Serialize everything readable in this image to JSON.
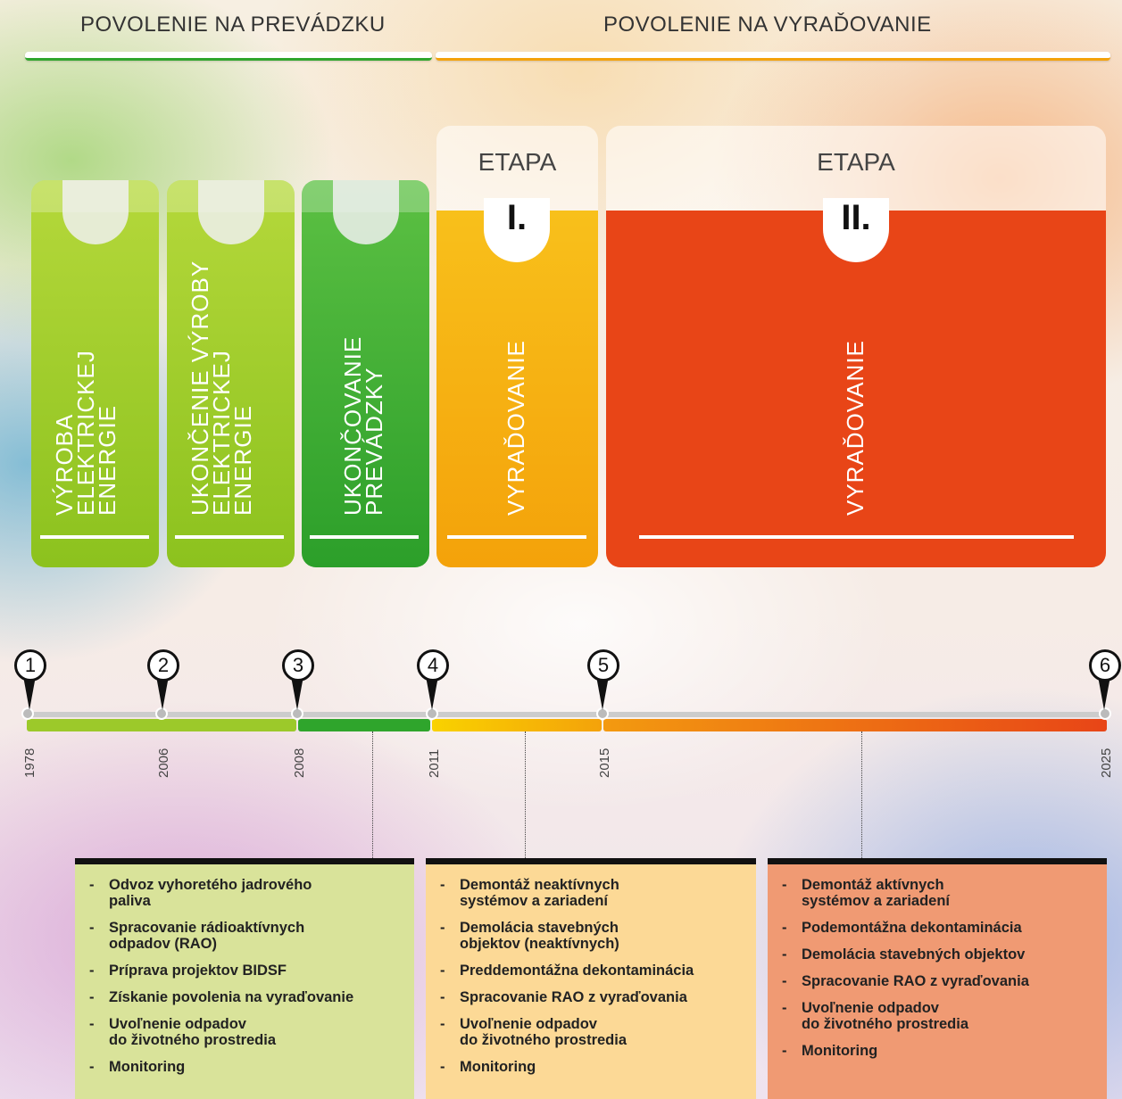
{
  "header": {
    "left": "POVOLENIE NA PREVÁDZKU",
    "right": "POVOLENIE NA VYRAĎOVANIE"
  },
  "etapa": [
    {
      "label": "ETAPA",
      "roman": "I."
    },
    {
      "label": "ETAPA",
      "roman": "II."
    }
  ],
  "phases": [
    {
      "lines": [
        "VÝROBA",
        "ELEKTRICKEJ",
        "ENERGIE"
      ],
      "color": "#8cc21e"
    },
    {
      "lines": [
        "UKONČENIE VÝROBY",
        "ELEKTRICKEJ",
        "ENERGIE"
      ],
      "color": "#8cc21e"
    },
    {
      "lines": [
        "UKONČOVANIE",
        "PREVÁDZKY"
      ],
      "color": "#2fa52c"
    },
    {
      "lines": [
        "VYRAĎOVANIE"
      ],
      "color": "#f4a20a"
    },
    {
      "lines": [
        "VYRAĎOVANIE"
      ],
      "color": "#e84517"
    }
  ],
  "timeline": {
    "milestones": [
      "1",
      "2",
      "3",
      "4",
      "5",
      "6"
    ],
    "years": [
      "1978",
      "2006",
      "2008",
      "2011",
      "2015",
      "2025"
    ]
  },
  "boxes": [
    {
      "color": "#d9e39a",
      "items": [
        "Odvoz vyhoretého jadrového\npaliva",
        "Spracovanie rádioaktívnych\nodpadov (RAO)",
        "Príprava projektov BIDSF",
        "Získanie povolenia na vyraďovanie",
        "Uvoľnenie odpadov\ndo životného prostredia",
        "Monitoring"
      ]
    },
    {
      "color": "#fcd996",
      "items": [
        "Demontáž neaktívnych\nsystémov a zariadení",
        "Demolácia stavebných\nobjektov (neaktívnych)",
        "Preddemontážna dekontaminácia",
        "Spracovanie RAO z vyraďovania",
        "Uvoľnenie odpadov\ndo životného prostredia",
        "Monitoring"
      ]
    },
    {
      "color": "#f09a73",
      "items": [
        "Demontáž aktívnych\nsystémov a zariadení",
        "Podemontážna dekontaminácia",
        "Demolácia stavebných objektov",
        "Spracovanie RAO z vyraďovania",
        "Uvoľnenie odpadov\ndo životného prostredia",
        "Monitoring"
      ]
    }
  ]
}
